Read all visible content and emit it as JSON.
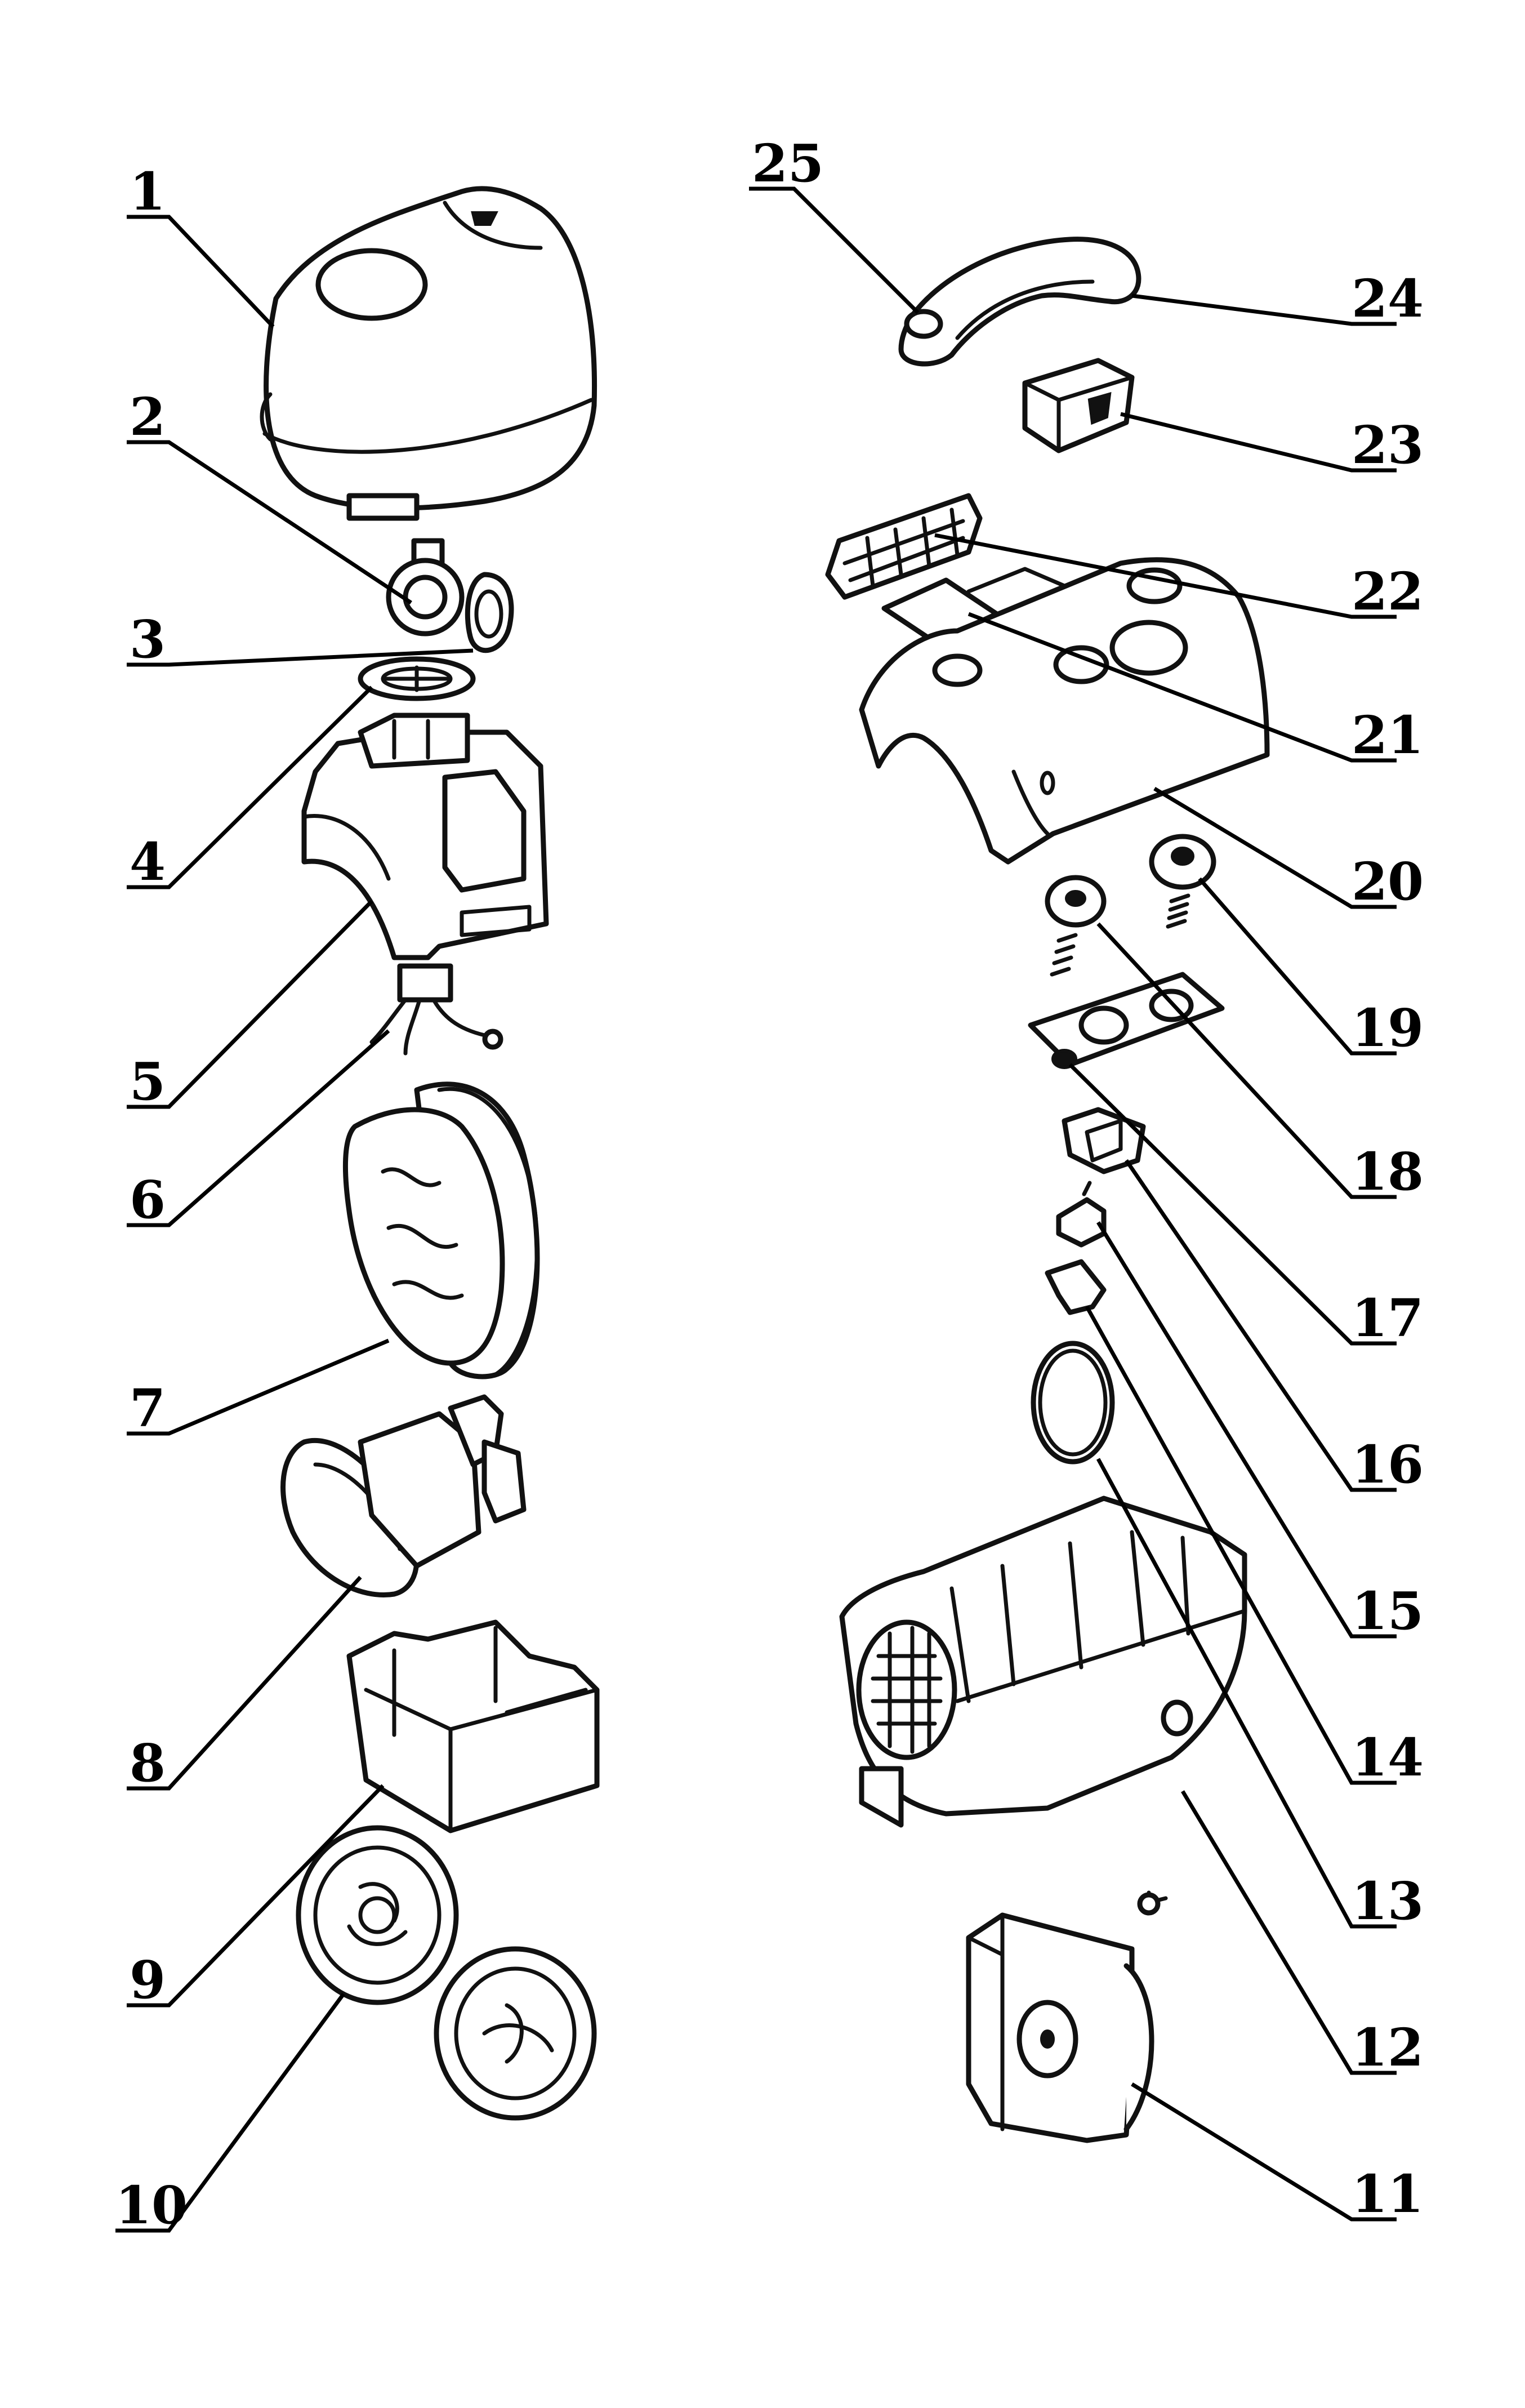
{
  "diagram": {
    "type": "exploded-parts-view",
    "callouts": [
      "1",
      "2",
      "3",
      "4",
      "5",
      "6",
      "7",
      "8",
      "9",
      "10",
      "11",
      "12",
      "13",
      "14",
      "15",
      "16",
      "17",
      "18",
      "19",
      "20",
      "21",
      "22",
      "23",
      "24",
      "25"
    ]
  }
}
